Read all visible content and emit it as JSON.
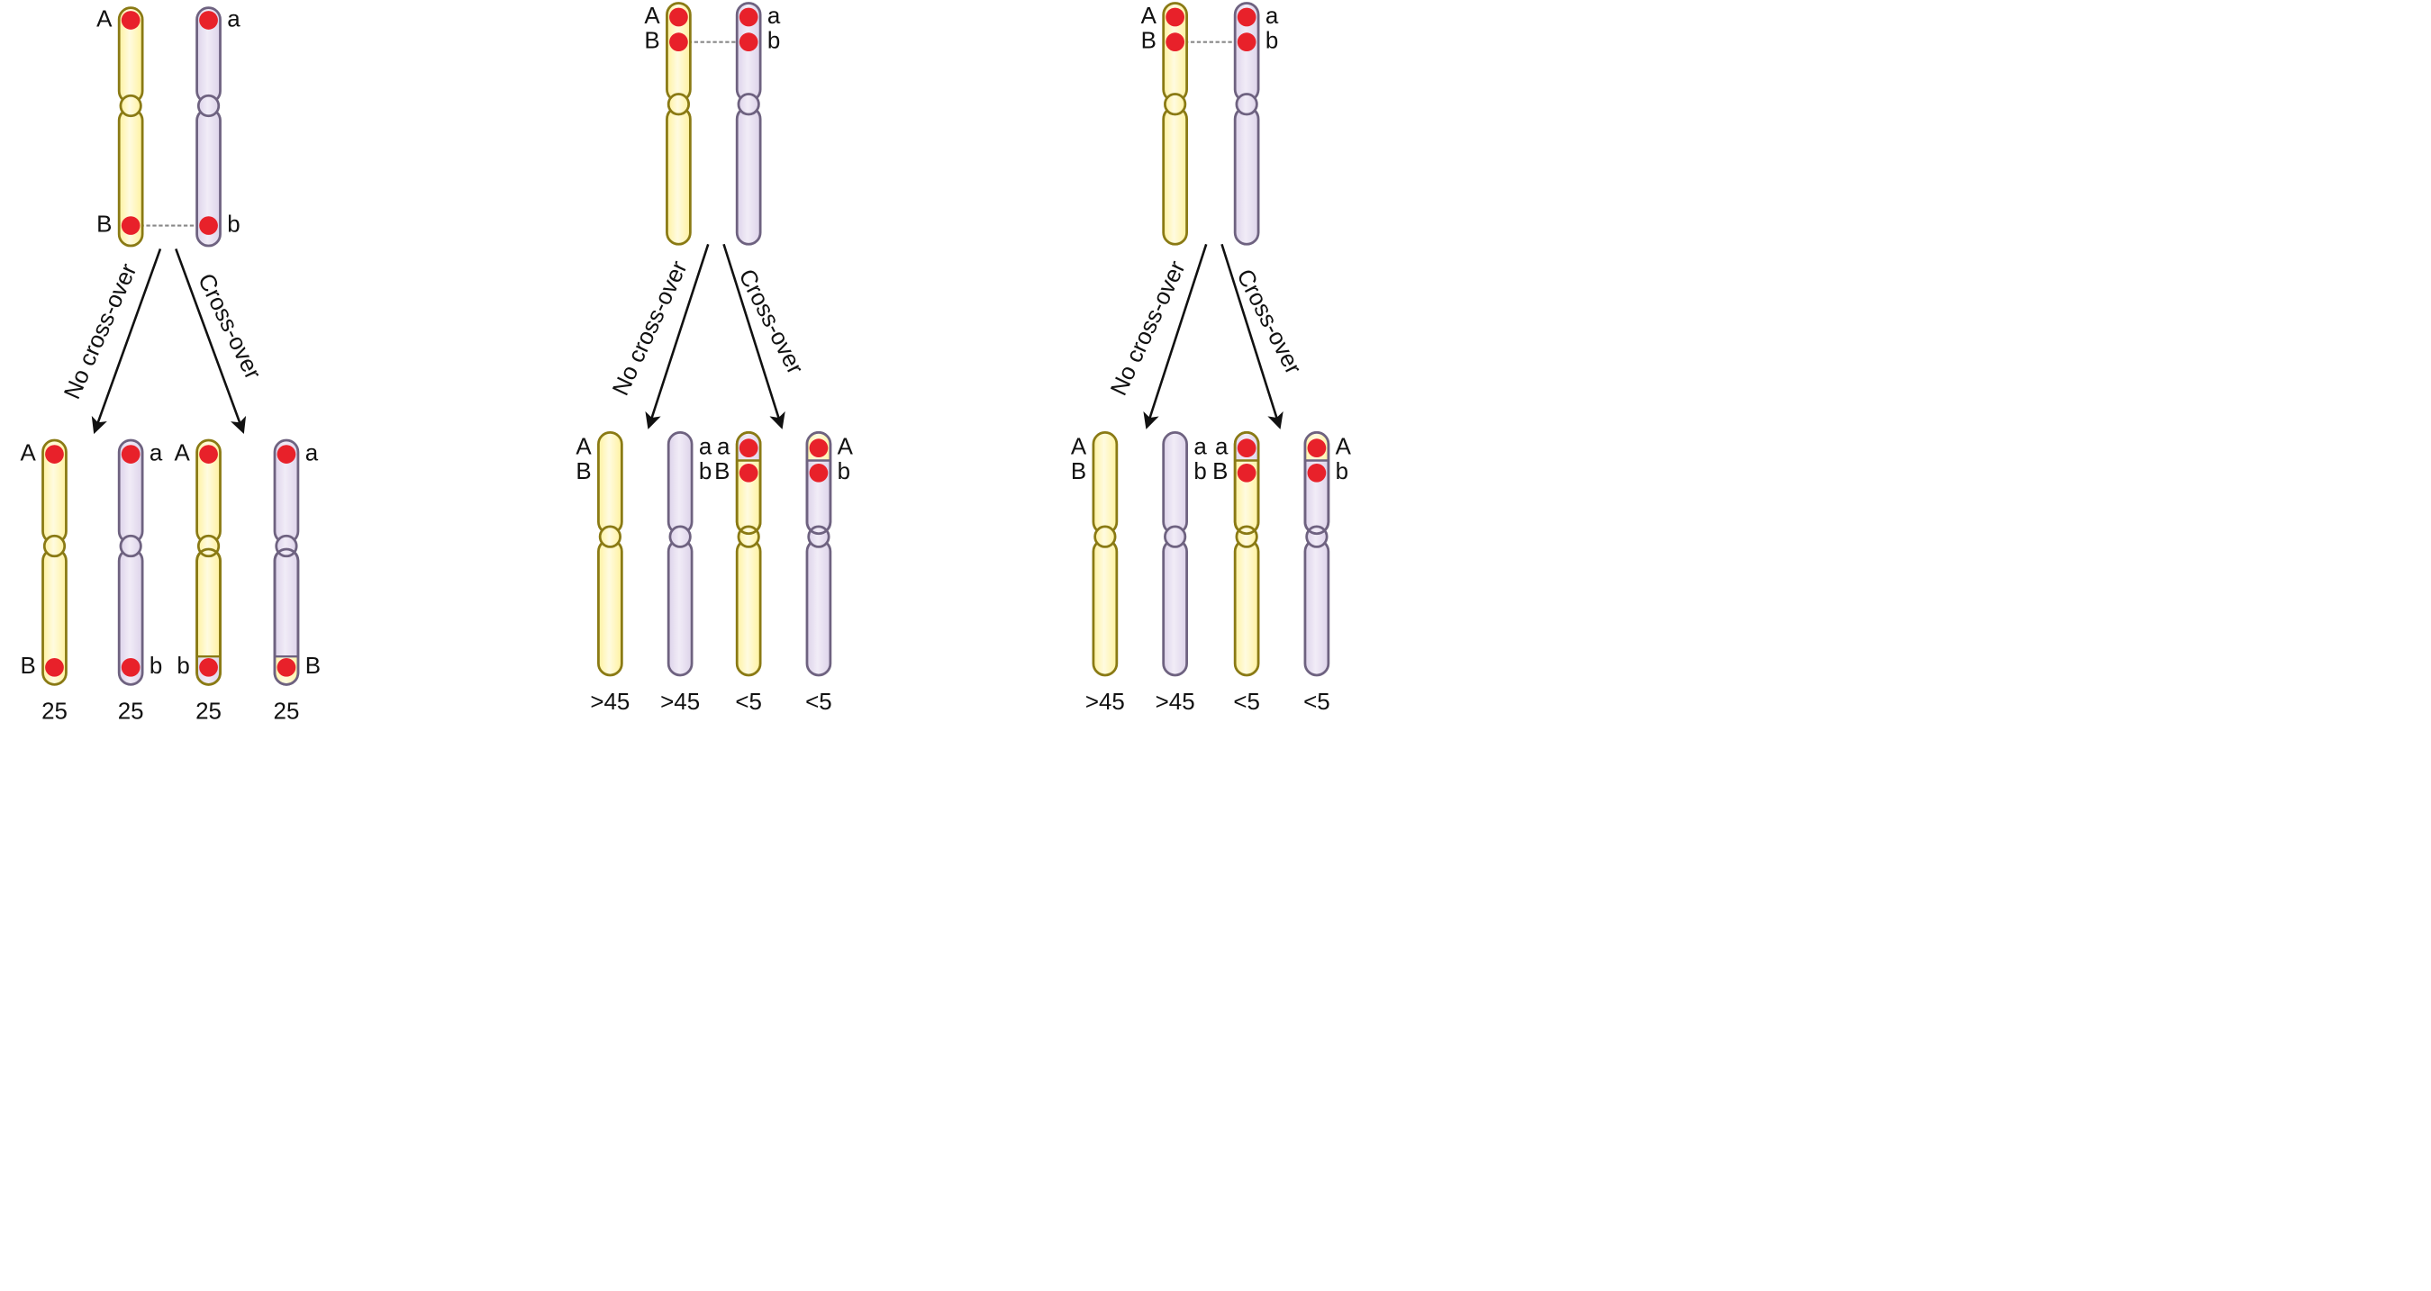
{
  "colors": {
    "parent_a": "#fff2a0",
    "parent_a_stroke": "#8a7a14",
    "parent_b": "#ddd3ea",
    "parent_b_stroke": "#6e6280",
    "allele_dot": "#e8212a",
    "arrow": "#111111",
    "tether": "#888888"
  },
  "arrow_labels": {
    "no_cross": "No cross-over",
    "cross": "Cross-over"
  },
  "panels": [
    {
      "parent": {
        "left": {
          "top": "A",
          "bottom": "B"
        },
        "right": {
          "top": "a",
          "bottom": "b"
        }
      },
      "offspring": [
        {
          "top": "A",
          "bottom": "B",
          "count": "25"
        },
        {
          "top": "a",
          "bottom": "b",
          "count": "25"
        },
        {
          "top": "A",
          "bottom": "b",
          "count": "25"
        },
        {
          "top": "a",
          "bottom": "B",
          "count": "25"
        }
      ]
    },
    {
      "parent": {
        "left": {
          "top": "A",
          "bottom": "B"
        },
        "right": {
          "top": "a",
          "bottom": "b"
        }
      },
      "offspring": [
        {
          "top": "A",
          "bottom": "B",
          "count": ">45"
        },
        {
          "top": "a",
          "bottom": "b",
          "count": ">45"
        },
        {
          "top": "a",
          "bottom": "B",
          "count": "<5"
        },
        {
          "top": "A",
          "bottom": "b",
          "count": "<5"
        }
      ]
    },
    {
      "parent": {
        "left": {
          "top": "A",
          "bottom": "B"
        },
        "right": {
          "top": "a",
          "bottom": "b"
        }
      },
      "offspring": [
        {
          "top": "A",
          "bottom": "B",
          "count": ">45"
        },
        {
          "top": "a",
          "bottom": "b",
          "count": ">45"
        },
        {
          "top": "a",
          "bottom": "B",
          "count": "<5"
        },
        {
          "top": "A",
          "bottom": "b",
          "count": "<5"
        }
      ]
    }
  ]
}
